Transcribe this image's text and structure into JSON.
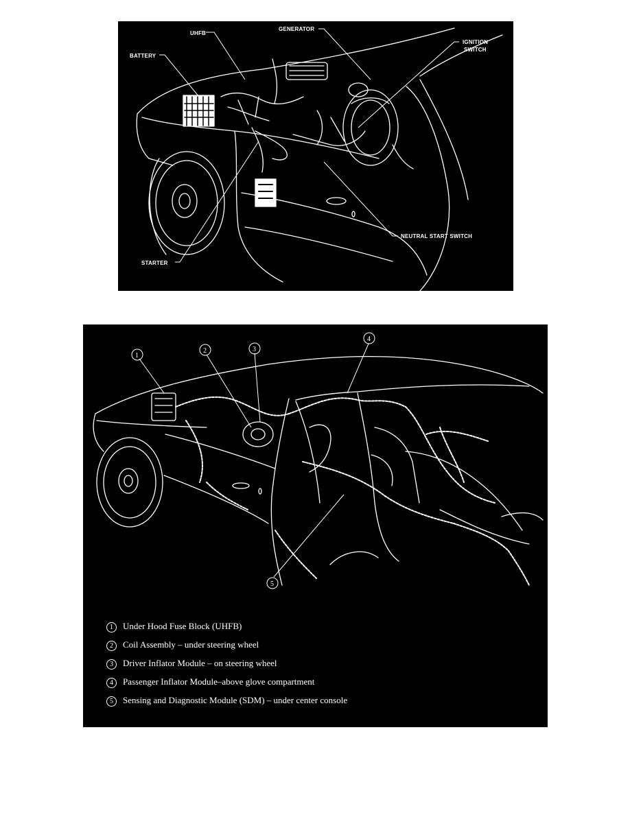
{
  "top_figure": {
    "labels": {
      "uhfb": "UHFB",
      "generator": "GENERATOR",
      "battery": "BATTERY",
      "ignition_switch_line1": "IGNITION",
      "ignition_switch_line2": "SWITCH",
      "neutral_start_switch": "NEUTRAL START SWITCH",
      "starter": "STARTER"
    }
  },
  "bottom_figure": {
    "callouts": [
      "1",
      "2",
      "3",
      "4",
      "5"
    ],
    "legend": [
      {
        "num": "1",
        "text": "Under Hood Fuse Block (UHFB)"
      },
      {
        "num": "2",
        "text": "Coil Assembly – under steering wheel"
      },
      {
        "num": "3",
        "text": "Driver Inflator Module – on steering wheel"
      },
      {
        "num": "4",
        "text": "Passenger Inflator Module–above glove compartment"
      },
      {
        "num": "5",
        "text": "Sensing and Diagnostic Module (SDM) – under center console"
      }
    ]
  }
}
